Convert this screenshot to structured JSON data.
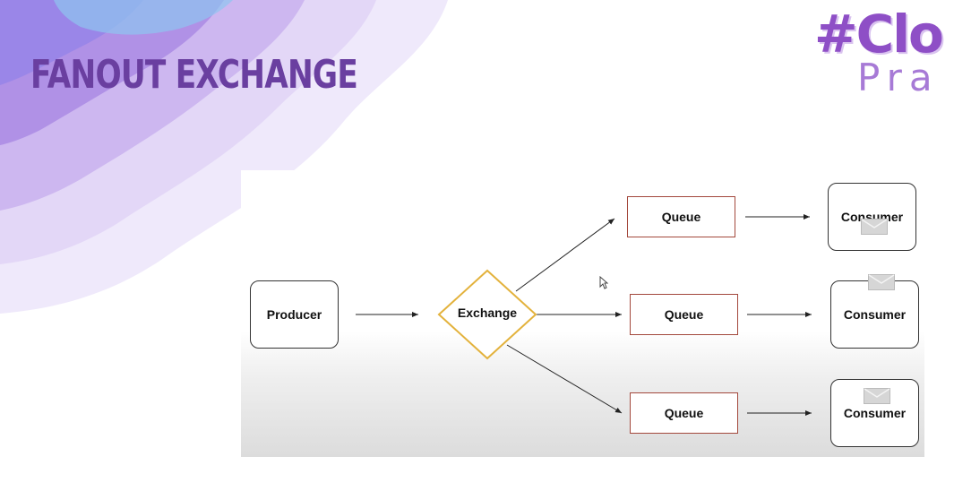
{
  "slide": {
    "title": "FANOUT EXCHANGE",
    "brand_main": "#Clo",
    "brand_sub": "Pra t"
  },
  "diagram": {
    "producer": "Producer",
    "exchange": "Exchange",
    "queues": [
      "Queue",
      "Queue",
      "Queue"
    ],
    "consumers": [
      "Consumer",
      "Consumer",
      "Consumer"
    ]
  },
  "colors": {
    "title": "#6a3fa0",
    "exchange_border": "#e3b23c",
    "queue_border": "#a3483c",
    "node_border": "#333333"
  }
}
